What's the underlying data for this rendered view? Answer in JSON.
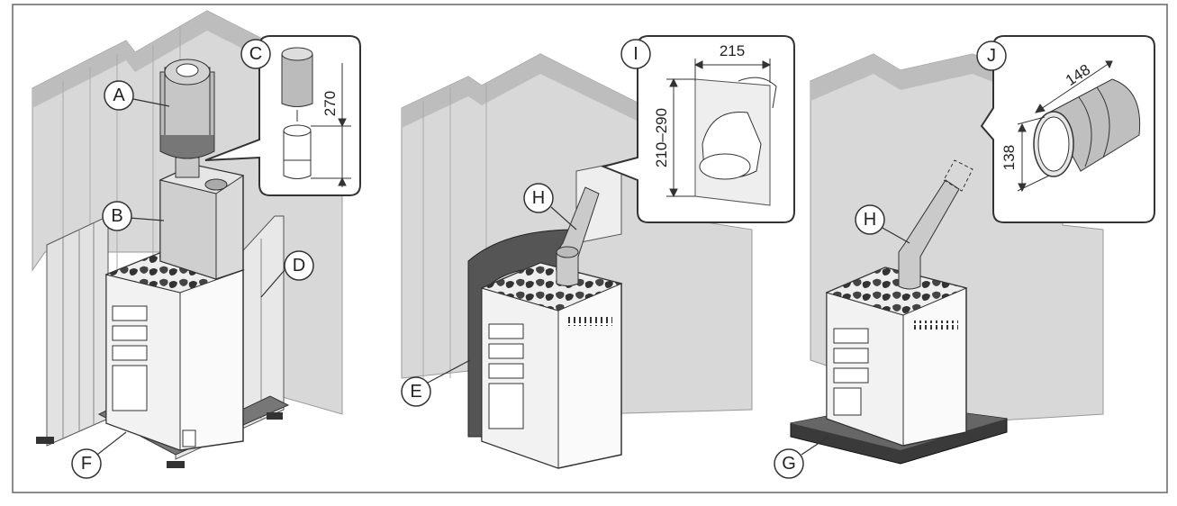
{
  "callouts": {
    "A": "A",
    "B": "B",
    "C": "C",
    "D": "D",
    "E": "E",
    "F": "F",
    "G": "G",
    "H1": "H",
    "H2": "H",
    "I": "I",
    "J": "J"
  },
  "dimensions": {
    "c_height": "270",
    "i_width": "215",
    "i_height": "210–290",
    "j_length": "148",
    "j_diameter": "138"
  }
}
